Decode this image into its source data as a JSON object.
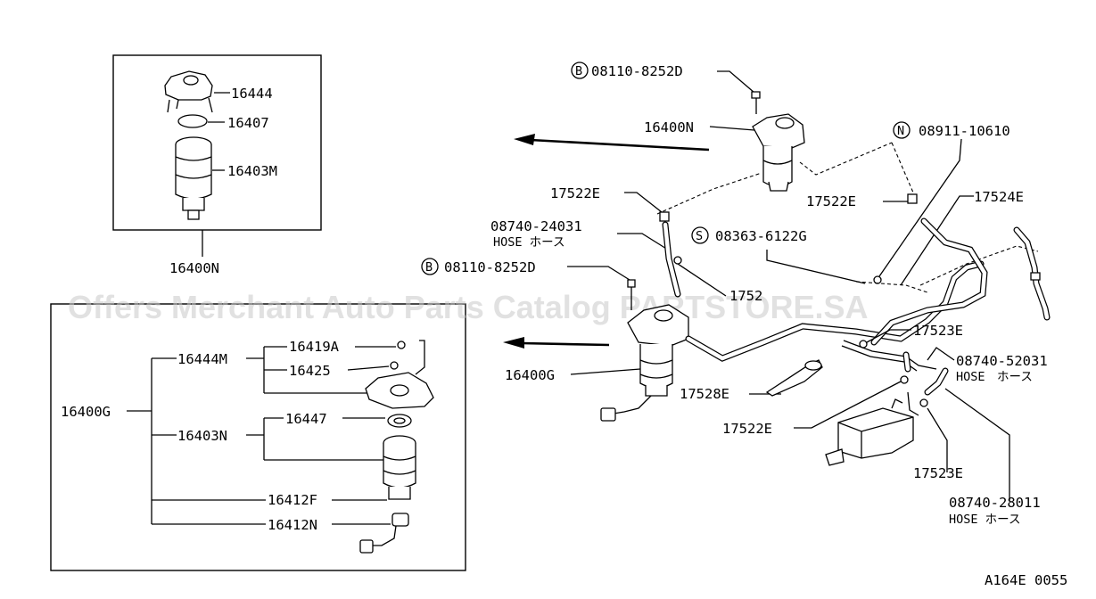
{
  "watermark": "Offers Merchant Auto Parts Catalog PARTSTORE.SA",
  "figure_code": "A164E 0055",
  "inset_top": {
    "labels": [
      "16444",
      "16407",
      "16403M"
    ],
    "assembly": "16400N"
  },
  "inset_bottom": {
    "assembly": "16400G",
    "groups": [
      "16444M",
      "16403N"
    ],
    "labels": [
      "16419A",
      "16425",
      "16447",
      "16412F",
      "16412N"
    ]
  },
  "main": {
    "bolt_top": {
      "prefix": "B",
      "code": "08110-8252D"
    },
    "bolt_mid": {
      "prefix": "B",
      "code": "08110-8252D"
    },
    "nut": {
      "prefix": "N",
      "code": "08911-10610"
    },
    "screw": {
      "prefix": "S",
      "code": "08363-6122G"
    },
    "filter_upper": "16400N",
    "filter_lower": "16400G",
    "clip_a": "17522E",
    "clip_b": "17522E",
    "clip_c": "17522E",
    "hose_1": {
      "code": "08740-24031",
      "desc": "HOSE ホース"
    },
    "hose_2": {
      "code": "08740-52031",
      "desc": "HOSE　ホース"
    },
    "hose_3": {
      "code": "08740-28011",
      "desc": "HOSE ホース"
    },
    "hose_4": "17524E",
    "partial": "1752",
    "clamp_1": "17523E",
    "clamp_2": "17523E",
    "band": "17528E"
  }
}
